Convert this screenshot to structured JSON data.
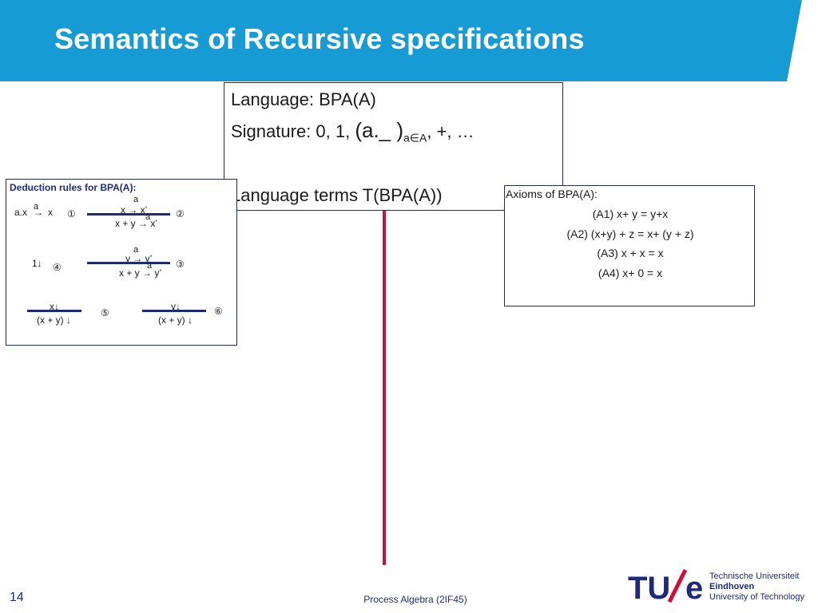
{
  "slide": {
    "title": "Semantics of Recursive specifications",
    "page_number": "14",
    "footer": "Process Algebra (2IF45)"
  },
  "language_box": {
    "line1": "Language: BPA(A)",
    "line2_prefix": "Signature: 0, 1, ",
    "line2_action": "(a._ )",
    "line2_sub": "a∈A",
    "line2_suffix": ", +, …",
    "line3": "Language terms T(BPA(A))"
  },
  "deduction_rules": {
    "title": "Deduction rules for BPA(A):",
    "r1": {
      "expr": "a.x",
      "label": "a",
      "arrow": "→",
      "target": "x",
      "num": "①"
    },
    "r2": {
      "label_top": "a",
      "premise": "x → x’",
      "label_bottom": "a",
      "conclusion": "x + y → x’",
      "num": "②"
    },
    "r3": {
      "label_top": "a",
      "premise": "y → y’",
      "label_bottom": "a",
      "conclusion": "x + y → y’",
      "num": "③"
    },
    "r4": {
      "expr": "1↓",
      "num": "④"
    },
    "r5": {
      "premise": "x↓",
      "conclusion": "(x + y) ↓",
      "num": "⑤"
    },
    "r6": {
      "premise": "y↓",
      "conclusion": "(x + y) ↓",
      "num": "⑥"
    }
  },
  "axioms": {
    "title": "Axioms of BPA(A):",
    "items": [
      "(A1)  x+ y = y+x",
      "(A2) (x+y) + z = x+ (y + z)",
      "(A3) x + x = x",
      "(A4) x+ 0 = x"
    ]
  },
  "logo": {
    "mark_tu": "TU",
    "mark_slash": "/",
    "mark_e": "e",
    "line1": "Technische Universiteit",
    "line2": "Eindhoven",
    "line3": "University of Technology"
  },
  "colors": {
    "header_blue": "#169bd5",
    "navy": "#1f2a7a",
    "red_accent": "#cc1136"
  }
}
